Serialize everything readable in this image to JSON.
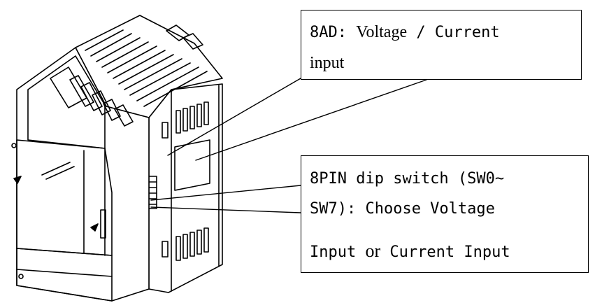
{
  "callouts": {
    "top": {
      "line1_prefix": "8AD: ",
      "line1_bold": "Voltage",
      "line1_suffix": " / Current",
      "line2": "input"
    },
    "bottom": {
      "line1": "8PIN dip switch (SW0~",
      "line2": "SW7): Choose Voltage",
      "line3_a": "Input ",
      "line3_or": "or",
      "line3_b": " Current Input"
    }
  },
  "colors": {
    "stroke": "#000000",
    "background": "#ffffff"
  }
}
